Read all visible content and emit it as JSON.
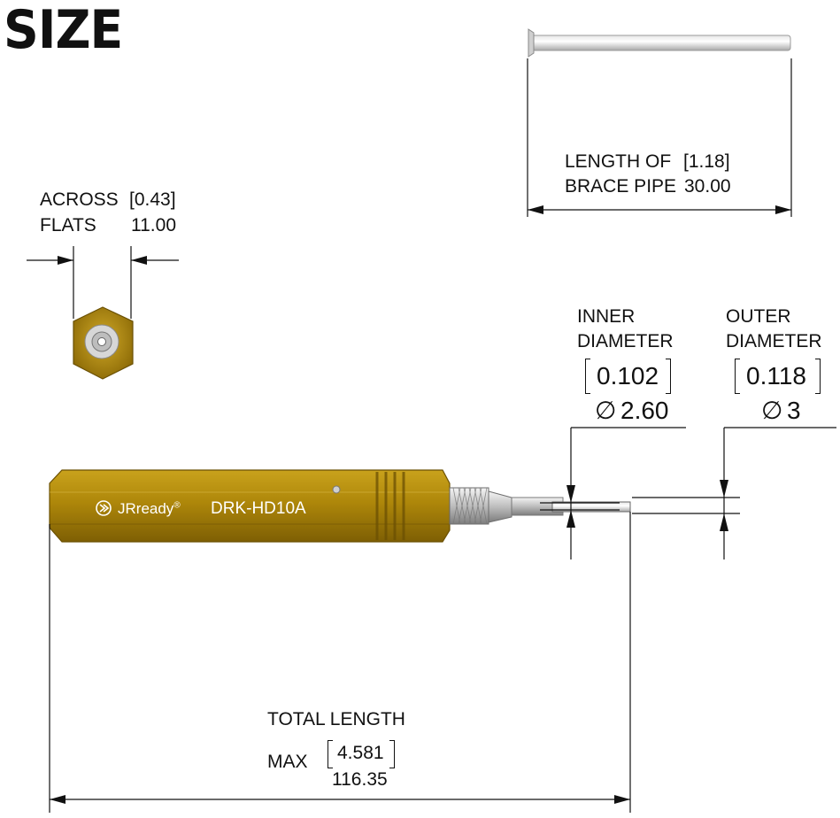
{
  "title": "SIZE",
  "across_flats": {
    "line1": "ACROSS",
    "line2": "FLATS",
    "inch": "[0.43]",
    "mm": "11.00"
  },
  "brace_pipe": {
    "line1": "LENGTH OF",
    "line2": "BRACE PIPE",
    "inch": "[1.18]",
    "mm": "30.00"
  },
  "inner_diameter": {
    "line1": "INNER",
    "line2": "DIAMETER",
    "inch": "0.102",
    "mm": "2.60",
    "symbol": "∅"
  },
  "outer_diameter": {
    "line1": "OUTER",
    "line2": "DIAMETER",
    "inch": "0.118",
    "mm": "3",
    "symbol": "∅"
  },
  "total_length": {
    "line1": "TOTAL LENGTH",
    "prefix": "MAX",
    "inch": "4.581",
    "mm": "116.35"
  },
  "tool": {
    "brand": "JRready",
    "registered": "®",
    "model": "DRK-HD10A",
    "handle_color": "#B8900A"
  }
}
